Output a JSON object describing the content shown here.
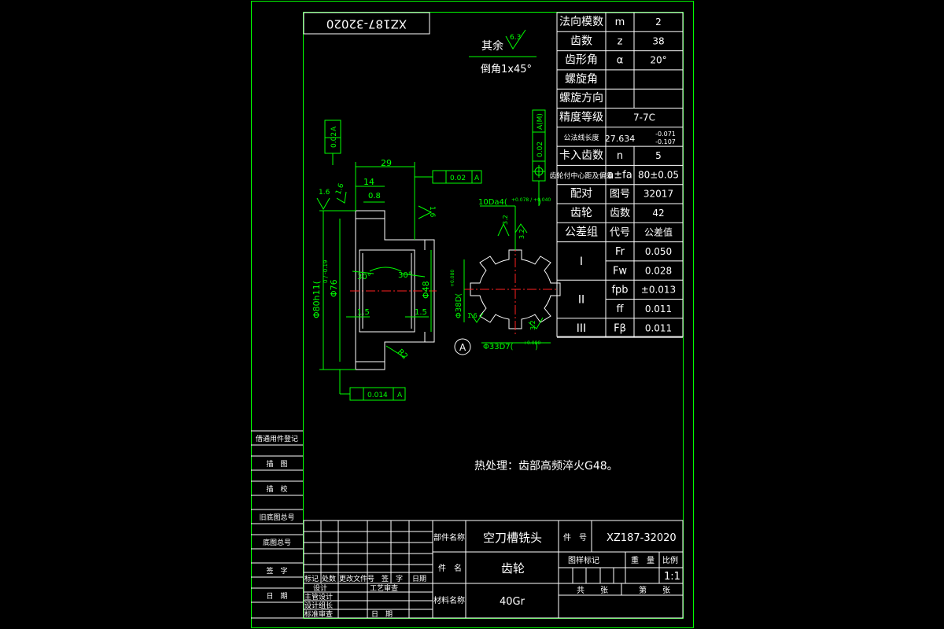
{
  "drawing_number": "XZ187-32020",
  "roughness_note": {
    "label": "其余",
    "value": "6.3"
  },
  "chamfer_note": "倒角1x45°",
  "heat_treatment": "热处理：齿部高频淬火G48。",
  "dimensions": {
    "length_29": "29",
    "length_14": "14",
    "chamfer_08": "0.8",
    "dia_76": "Φ76",
    "dia_48": "Φ48",
    "dia_80h11": "Φ80h11(",
    "dia_80h11_tol": "0 / -0.19",
    "spline_10d": "10Da4(",
    "spline_10d_tol": "+0.078 / +0.040",
    "dia_38d": "Φ38D(",
    "dia_38d_tol": "+0.080",
    "dia_33d7": "Φ33D7(",
    "dia_33d7_tol": "+0.080",
    "angle_1": "30°",
    "angle_2": "30°",
    "r2": "R2",
    "w15_a": "1.5",
    "w15_b": "1.5",
    "rough_16_a": "1.6",
    "rough_16_b": "1.6",
    "rough_16_c": "1.6",
    "rough_32_a": "3.2",
    "rough_32_b": "3.2",
    "rough_16_d": "1.6"
  },
  "tolerances": {
    "runout_top": "0.02",
    "runout_top_ref": "A",
    "runout_mid": "0.02",
    "runout_mid_ref": "A",
    "runout_bottom": "0.014",
    "runout_bottom_ref": "A",
    "position_right": "0.02",
    "position_right_ref": "A(M)"
  },
  "datum_label": "A",
  "gear_params": [
    [
      "法向模数",
      "m",
      "2"
    ],
    [
      "齿数",
      "z",
      "38"
    ],
    [
      "齿形角",
      "α",
      "20°"
    ],
    [
      "螺旋角",
      "",
      ""
    ],
    [
      "螺旋方向",
      "",
      ""
    ],
    [
      "精度等级",
      "7-7C",
      ""
    ],
    [
      "公法线长度",
      "27.634",
      "-0.071 / -0.107"
    ],
    [
      "卡入齿数",
      "n",
      "5"
    ],
    [
      "齿轮付中心距及偏差",
      "a±fa",
      "80±0.05"
    ],
    [
      "配对",
      "图号",
      "32017"
    ],
    [
      "齿轮",
      "齿数",
      "42"
    ],
    [
      "公差组",
      "代号",
      "公差值"
    ]
  ],
  "tolerance_groups": [
    {
      "group": "I",
      "rows": [
        [
          "Fr",
          "0.050"
        ],
        [
          "Fw",
          "0.028"
        ]
      ]
    },
    {
      "group": "II",
      "rows": [
        [
          "fpb",
          "±0.013"
        ],
        [
          "ff",
          "0.011"
        ]
      ]
    },
    {
      "group": "III",
      "rows": [
        [
          "Fβ",
          "0.011"
        ]
      ]
    }
  ],
  "side_labels": [
    "借通用件登记",
    "描　图",
    "描　校",
    "旧底图总号",
    "底图总号",
    "签　字",
    "日　期"
  ],
  "title_block": {
    "rev_headers": [
      "标记",
      "处数",
      "更改文件号",
      "签　字",
      "日期"
    ],
    "design": "设计",
    "process_review": "工艺审查",
    "chief_design": "主管设计",
    "design_lead": "设计组长",
    "std_review": "标准审查",
    "date": "日　期",
    "part_label": "部件名称",
    "part_name": "空刀槽铣头",
    "piece_label": "件　号",
    "piece_no": "XZ187-32020",
    "item_label": "件　名",
    "item_name": "齿轮",
    "material_label": "材料名称",
    "material": "40Gr",
    "stage_label": "图样标记",
    "weight_label": "重　量",
    "scale_label": "比例",
    "scale": "1:1",
    "sheets_total": "共　　张",
    "sheet_no": "第　　张"
  }
}
